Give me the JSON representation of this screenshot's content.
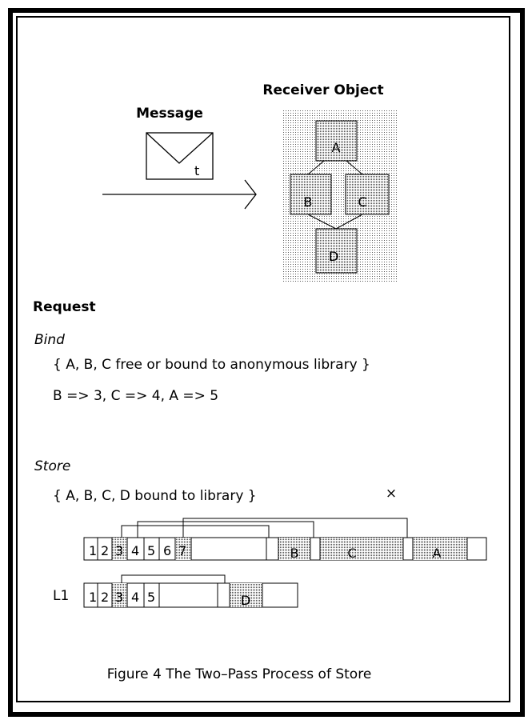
{
  "diagram": {
    "message_label": "Message",
    "envelope_mark": "t",
    "receiver_label": "Receiver Object",
    "nodes": {
      "a": "A",
      "b": "B",
      "c": "C",
      "d": "D"
    }
  },
  "request": {
    "heading": "Request",
    "bind": {
      "label": "Bind",
      "line1": "{ A, B, C free or bound to anonymous library }",
      "line2": "B => 3, C => 4, A => 5"
    },
    "store": {
      "label": "Store",
      "line1": "{ A, B, C, D bound to library }",
      "mark": "×"
    }
  },
  "library_row": {
    "cells": [
      "1",
      "2",
      "3",
      "4",
      "5",
      "6",
      "7"
    ],
    "objects": [
      "B",
      "C",
      "A"
    ]
  },
  "l1_row": {
    "label": "L1",
    "cells": [
      "1",
      "2",
      "3",
      "4",
      "5"
    ],
    "objects": [
      "D"
    ]
  },
  "caption": "Figure 4  The Two–Pass Process of Store"
}
